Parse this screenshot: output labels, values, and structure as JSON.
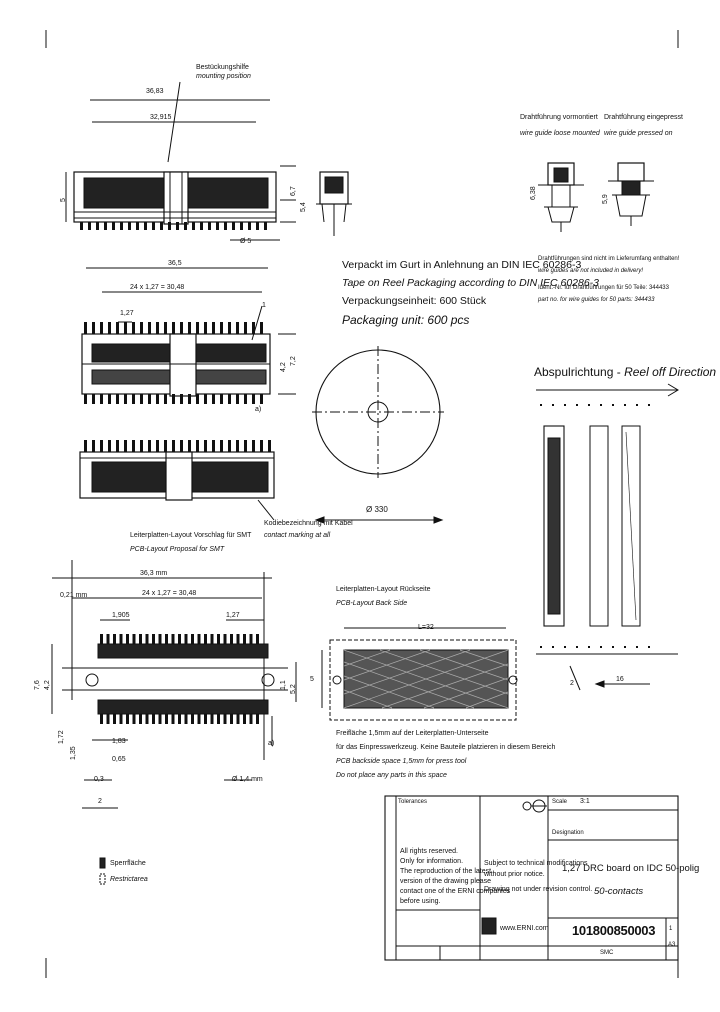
{
  "corner_marks": [
    "|",
    "|",
    "|",
    "|"
  ],
  "top_view": {
    "callout_de": "Bestückungshilfe",
    "callout_en": "mounting position",
    "dim_outer": "36,83",
    "dim_inner": "32,915",
    "dim_height_a": "6,7",
    "dim_height_b": "5,4",
    "dim_height_c": "5",
    "dim_pin": "Ø 5",
    "dim_total": "36,5"
  },
  "wire_guides": {
    "left_de": "Drahtführung vormontiert",
    "left_en": "wire guide loose mounted",
    "right_de": "Drahtführung eingepresst",
    "right_en": "wire guide pressed on",
    "dim_left": "6,38",
    "dim_right": "5,9",
    "note_de": "Drahtführungen sind nicht im Lieferumfang enthalten!",
    "note_de2": "Ident.-Nr. für Drahtführungen für 50 Teile: 344433",
    "note_en": "wire guides are not included in delivery!",
    "note_en2": "part no. for wire guides for 50 parts: 344433"
  },
  "packaging": {
    "line1": "Verpackt im Gurt in Anlehnung an DIN IEC 60286-3",
    "line2": "Tape on Reel Packaging according to DIN IEC 60286-3",
    "line3": "Verpackungseinheit:  600 Stück",
    "line4": "Packaging unit:  600 pcs",
    "reel_dim": "Ø 330"
  },
  "reel_direction": {
    "title_de": "Abspulrichtung",
    "title_en": "Reel off Direction",
    "pitch": "2",
    "feed": "16"
  },
  "front_view": {
    "dim_pitch_total": "24 x 1,27 = 30,48",
    "dim_pitch": "1,27",
    "dim_a": "4,2",
    "dim_b": "7,2",
    "mark": "a)",
    "ref": "1"
  },
  "side_view": {
    "label_de": "Kodiebezeichnung mit Kabel",
    "label_en": "contact marking at all"
  },
  "pcb_layout": {
    "title_de": "Leiterplatten-Layout Vorschlag für SMT",
    "title_en": "PCB-Layout Proposal for SMT",
    "dim_total": "36,3 mm",
    "dim_pads": "24 x 1,27 = 30,48",
    "dim_edge": "0,21 mm",
    "dim_pad_w": "1,905",
    "dim_pitch": "1,27",
    "dim_left_a": "7,6",
    "dim_left_b": "4,2",
    "dim_right_a": "1,1",
    "dim_right_b": "5,2",
    "dim_bottom_a": "1,72",
    "dim_bottom_b": "1,35",
    "dim_bottom_c": "1,83",
    "dim_bottom_d": "0,65",
    "dim_bottom_e": "0,3",
    "dim_bottom_f": "Ø 1,4 mm",
    "dim_bottom_g": "2",
    "mark": "a)"
  },
  "backside": {
    "title_de": "Leiterplatten-Layout Rückseite",
    "title_en": "PCB-Layout Back Side",
    "dim_len": "L=32",
    "dim_h": "5",
    "note_de1": "Freifläche 1,5mm auf der Leiterplatten-Unterseite",
    "note_de2": "für das Einpresswerkzeug. Keine Bauteile platzieren in diesem Bereich",
    "note_en1": "PCB backside space 1,5mm for press tool",
    "note_en2": "Do not place any parts in this space"
  },
  "legend": {
    "keepout_de": "Sperrfläche",
    "keepout_en": "Restrictarea"
  },
  "title_block": {
    "col_labels": [
      "Tolerances",
      "Scale",
      "Designation"
    ],
    "scale": "3:1",
    "rights_lines": [
      "All rights reserved.",
      "Only for information.",
      "The reproduction of the latest",
      "version of the drawing please",
      "contact one of the ERNI companies",
      "before using."
    ],
    "change_lines": [
      "Subject to technical modifications",
      "without prior notice.",
      "Drawing not under revision control."
    ],
    "designation_line1": "1,27 DRC board on IDC 50-polig",
    "designation_line2": "50-contacts",
    "company_url": "www.ERNI.com",
    "part_number": "101800850003",
    "sheet": "A3",
    "rev": "1",
    "rev_label": "SMC"
  }
}
